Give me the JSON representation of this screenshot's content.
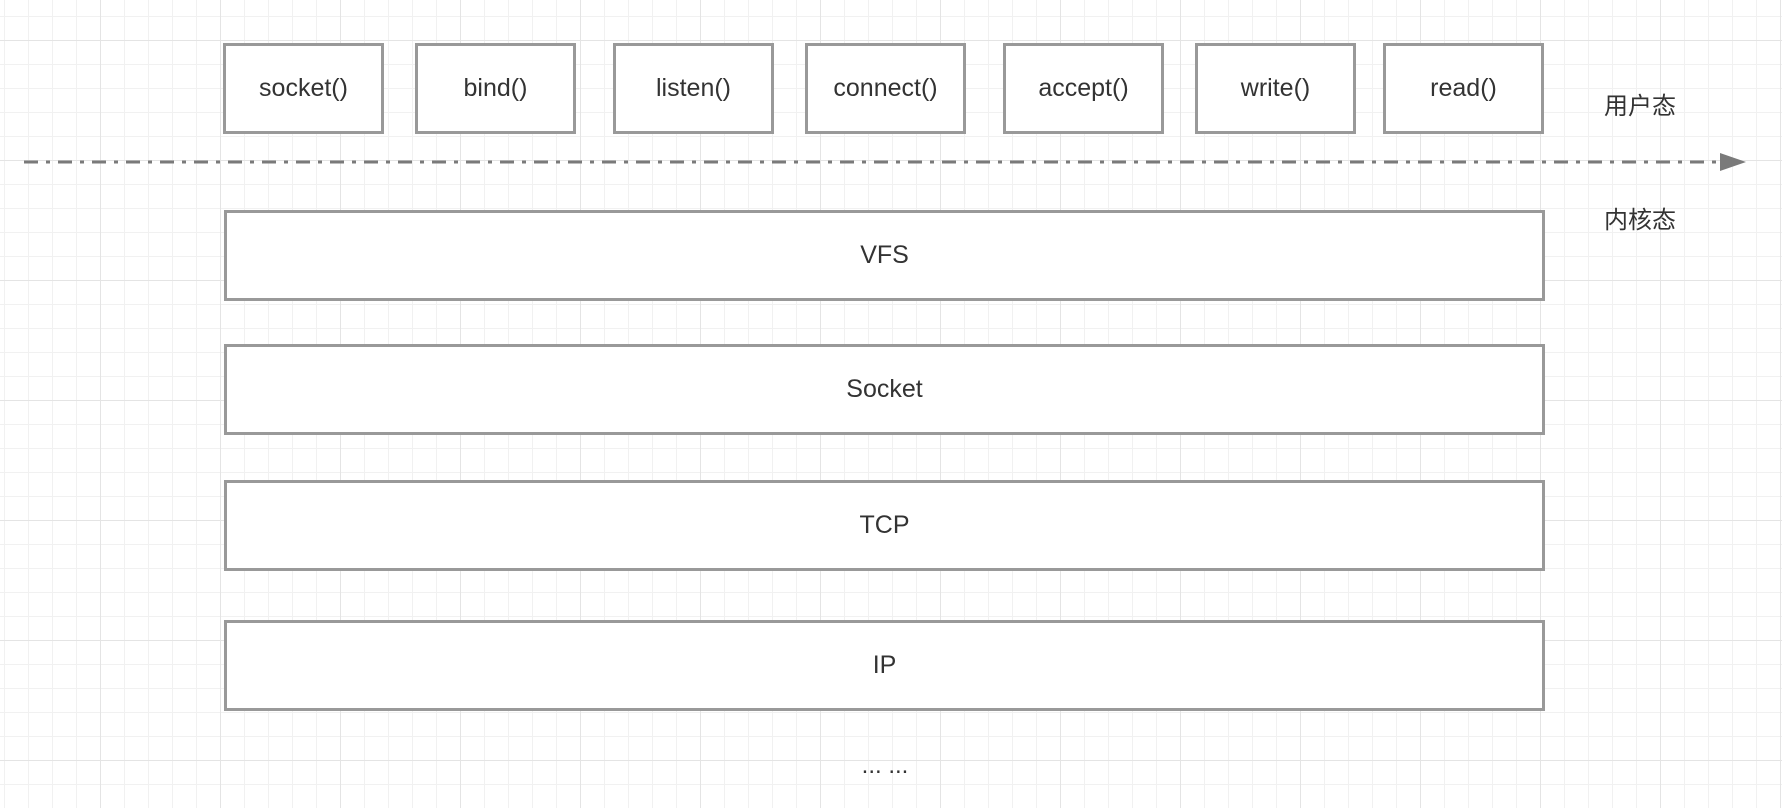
{
  "user_space": {
    "label": "用户态",
    "calls": [
      {
        "label": "socket()"
      },
      {
        "label": "bind()"
      },
      {
        "label": "listen()"
      },
      {
        "label": "connect()"
      },
      {
        "label": "accept()"
      },
      {
        "label": "write()"
      },
      {
        "label": "read()"
      }
    ]
  },
  "kernel_space": {
    "label": "内核态",
    "layers": [
      {
        "label": "VFS"
      },
      {
        "label": "Socket"
      },
      {
        "label": "TCP"
      },
      {
        "label": "IP"
      }
    ],
    "more": "... ..."
  },
  "colors": {
    "border": "#999999",
    "text": "#333333",
    "divider": "#7a7a7a"
  }
}
